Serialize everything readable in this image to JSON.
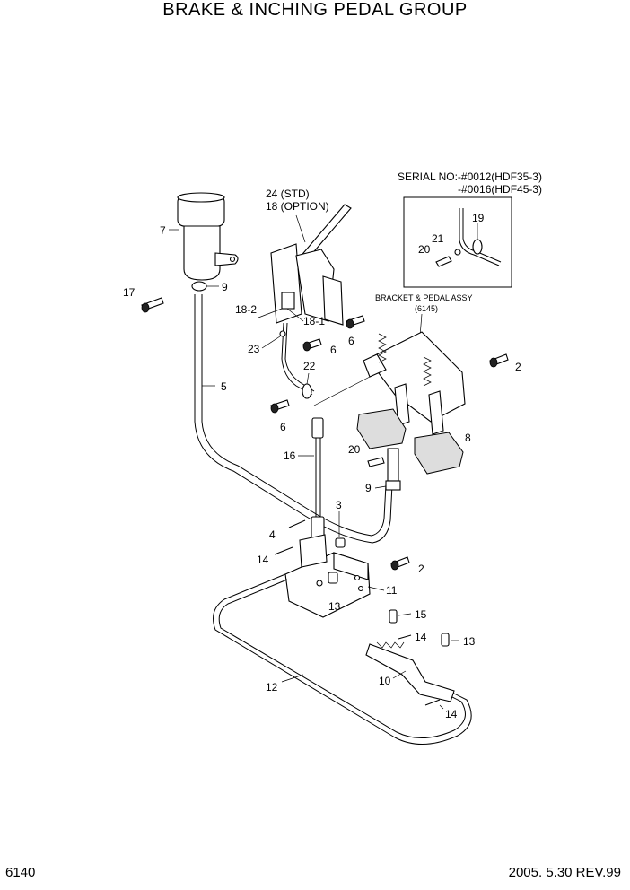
{
  "title": "BRAKE & INCHING PEDAL GROUP",
  "page_number": "6140",
  "revision": "2005. 5.30 REV.99",
  "serial_note": {
    "line1": "SERIAL NO:-#0012(HDF35-3)",
    "line2": "-#0016(HDF45-3)"
  },
  "assembly_note": {
    "line1": "BRACKET & PEDAL ASSY",
    "line2": "(6145)"
  },
  "callouts": {
    "c7": "7",
    "c9a": "9",
    "c17": "17",
    "c5": "5",
    "c24": "24 (STD)",
    "c18": "18 (OPTION)",
    "c18_2": "18-2",
    "c18_1": "18-1",
    "c23": "23",
    "c6a": "6",
    "c6b": "6",
    "c6c": "6",
    "c22": "22",
    "c16": "16",
    "c2a": "2",
    "c8": "8",
    "c20a": "20",
    "c9b": "9",
    "c3": "3",
    "c4": "4",
    "c14a": "14",
    "c2b": "2",
    "c11": "11",
    "c13a": "13",
    "c15": "15",
    "c14b": "14",
    "c13b": "13",
    "c10": "10",
    "c12": "12",
    "c14c": "14",
    "c19": "19",
    "c21": "21",
    "c20b": "20"
  }
}
